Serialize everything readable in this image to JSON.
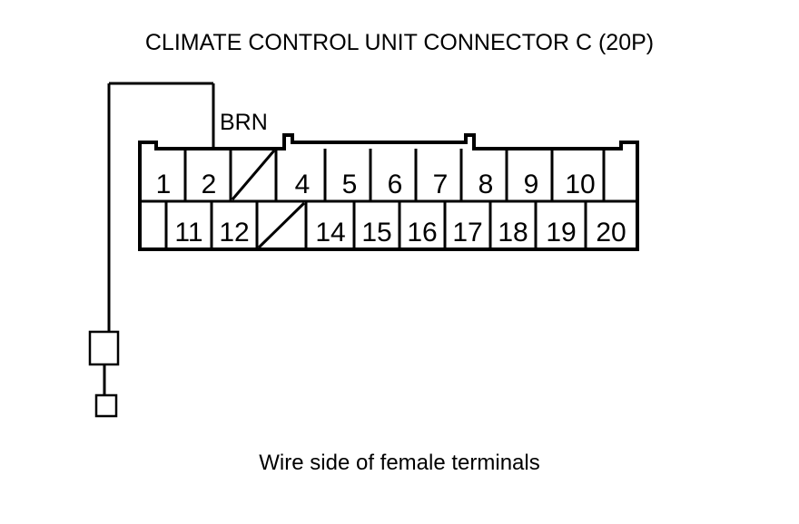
{
  "title": "CLIMATE CONTROL UNIT CONNECTOR C (20P)",
  "caption": "Wire side of female terminals",
  "wire": {
    "label": "BRN",
    "connected_pin": "2",
    "color_hex": "#000000"
  },
  "connector": {
    "name": "CLIMATE CONTROL UNIT CONNECTOR C",
    "pin_count": "20P",
    "rows": [
      {
        "name": "top-row",
        "cells": [
          {
            "label": "1",
            "blank": false
          },
          {
            "label": "2",
            "blank": false
          },
          {
            "label": "",
            "blank": true
          },
          {
            "label": "4",
            "blank": false
          },
          {
            "label": "5",
            "blank": false
          },
          {
            "label": "6",
            "blank": false
          },
          {
            "label": "7",
            "blank": false
          },
          {
            "label": "8",
            "blank": false
          },
          {
            "label": "9",
            "blank": false
          },
          {
            "label": "10",
            "blank": false
          },
          {
            "label": "",
            "blank": false
          }
        ]
      },
      {
        "name": "bottom-row",
        "cells": [
          {
            "label": "",
            "blank": false
          },
          {
            "label": "11",
            "blank": false
          },
          {
            "label": "12",
            "blank": false
          },
          {
            "label": "",
            "blank": true
          },
          {
            "label": "14",
            "blank": false
          },
          {
            "label": "15",
            "blank": false
          },
          {
            "label": "16",
            "blank": false
          },
          {
            "label": "17",
            "blank": false
          },
          {
            "label": "18",
            "blank": false
          },
          {
            "label": "19",
            "blank": false
          },
          {
            "label": "20",
            "blank": false
          }
        ]
      }
    ]
  },
  "terminals": {
    "large_terminal": "terminal-body",
    "small_terminal": "terminal-tip"
  },
  "colors": {
    "line": "#000000",
    "background": "#ffffff"
  }
}
